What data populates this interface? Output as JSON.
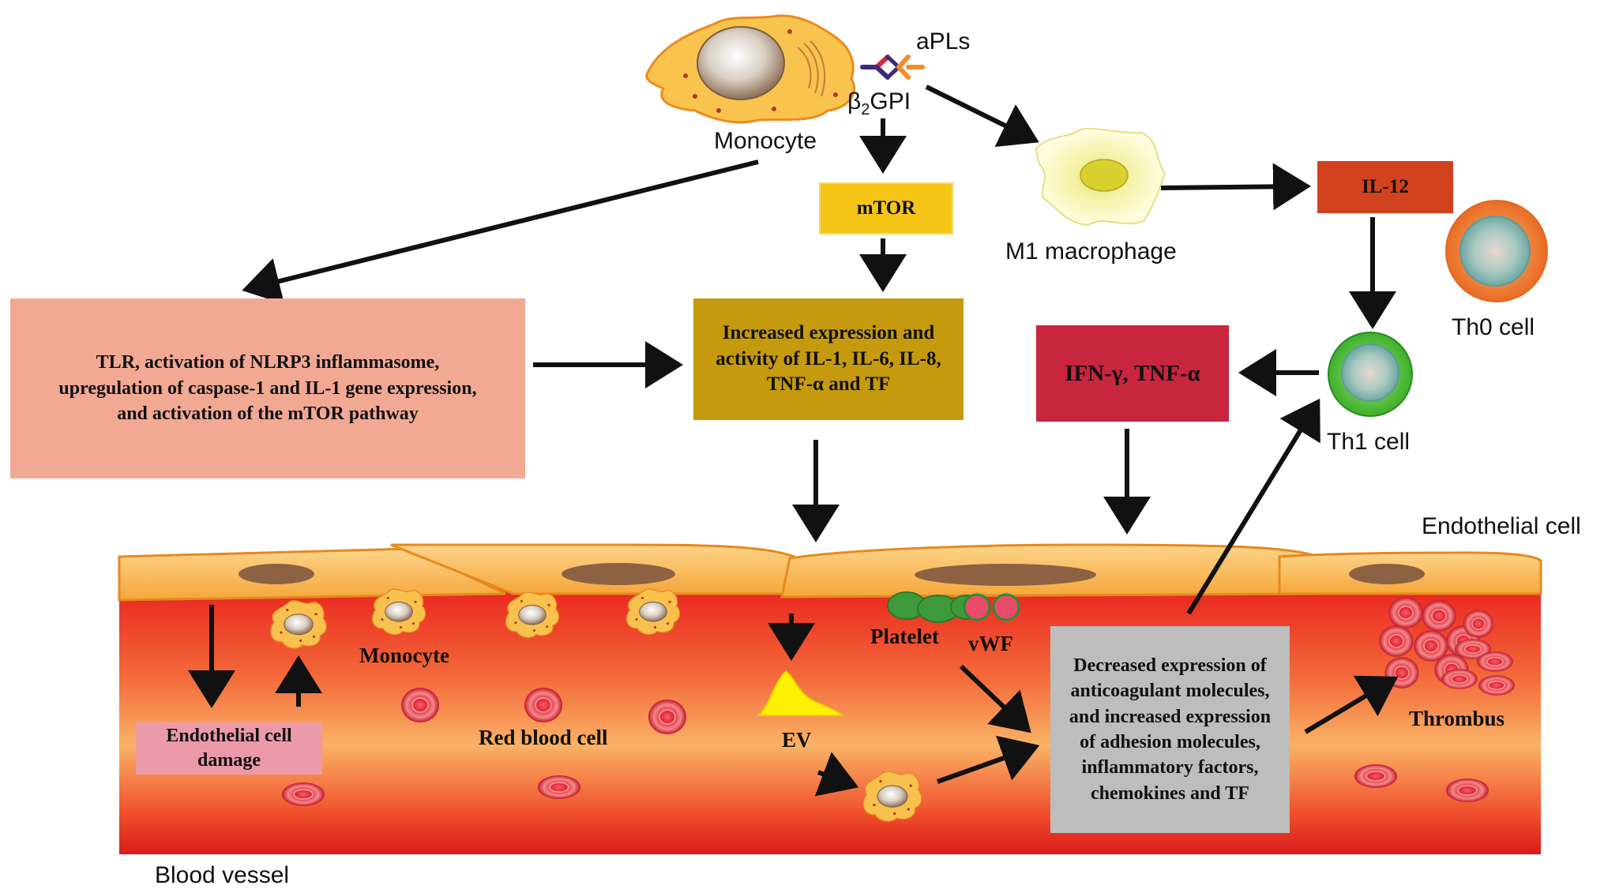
{
  "colors": {
    "tlr_box": "#F2A994",
    "mtor_box": "#F5C518",
    "increased_box": "#C59A0E",
    "il12_box": "#D2421F",
    "ifn_box": "#C8253F",
    "decreased_box": "#BDBDBD",
    "damage_box": "#EC9AAA",
    "vessel_light": "#F9C070",
    "vessel_red": "#E22420",
    "arrow": "#111111"
  },
  "labels": {
    "apls": "aPLs",
    "b2gpi_beta": "β",
    "b2gpi_sub": "2",
    "b2gpi_rest": "GPI",
    "monocyte_top": "Monocyte",
    "m1_macrophage": "M1 macrophage",
    "th0_cell": "Th0 cell",
    "th1_cell": "Th1 cell",
    "endothelial_cell": "Endothelial cell",
    "blood_vessel": "Blood vessel",
    "monocyte_vessel": "Monocyte",
    "red_blood_cell": "Red blood cell",
    "platelet": "Platelet",
    "vwf": "vWF",
    "ev": "EV",
    "thrombus": "Thrombus"
  },
  "boxes": {
    "mtor": "mTOR",
    "il12": "IL-12",
    "ifn": "IFN-γ, TNF-α",
    "tlr": "TLR, activation of NLRP3 inflammasome, upregulation of caspase-1 and IL-1 gene expression, and activation of the mTOR pathway",
    "increased": "Increased expression and activity of IL-1, IL-6, IL-8, TNF-α and TF",
    "decreased": "Decreased expression of anticoagulant molecules, and increased expression of adhesion molecules, inflammatory factors, chemokines and TF",
    "damage": "Endothelial cell damage"
  },
  "icons": [
    "monocyte-icon",
    "antibody-icon",
    "m1-macrophage-icon",
    "th0-cell-icon",
    "th1-cell-icon",
    "endothelial-cell-icon",
    "red-blood-cell-icon",
    "platelet-icon",
    "vwf-icon",
    "ev-icon",
    "thrombus-icon"
  ]
}
